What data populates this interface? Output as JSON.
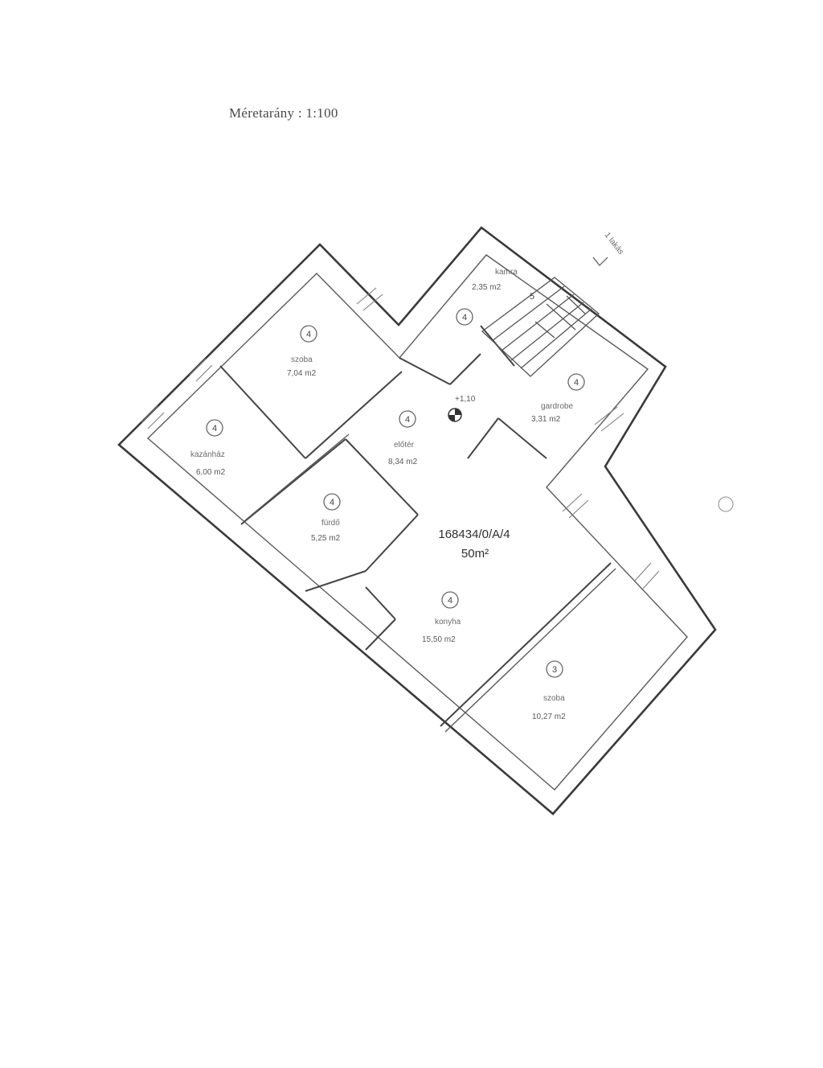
{
  "scale_text": "Méretarány : 1:100",
  "parcel": {
    "number": "168434/0/A/4",
    "area": "50m²"
  },
  "level_marker": "+1,10",
  "stair_label": "1 lakás",
  "stair_mark": "5",
  "rooms": [
    {
      "name": "szoba",
      "area": "7,04 m2",
      "floor": "4"
    },
    {
      "name": "kazánház",
      "area": "6,00 m2",
      "floor": "4"
    },
    {
      "name": "kamra",
      "area": "2,35 m2",
      "floor": "4"
    },
    {
      "name": "gardrobe",
      "area": "3,31 m2",
      "floor": "4"
    },
    {
      "name": "előtér",
      "area": "8,34 m2",
      "floor": "4"
    },
    {
      "name": "fürdő",
      "area": "5,25 m2",
      "floor": "4"
    },
    {
      "name": "konyha",
      "area": "15,50 m2",
      "floor": "4"
    },
    {
      "name": "szoba",
      "area": "10,27 m2",
      "floor": "3"
    }
  ]
}
